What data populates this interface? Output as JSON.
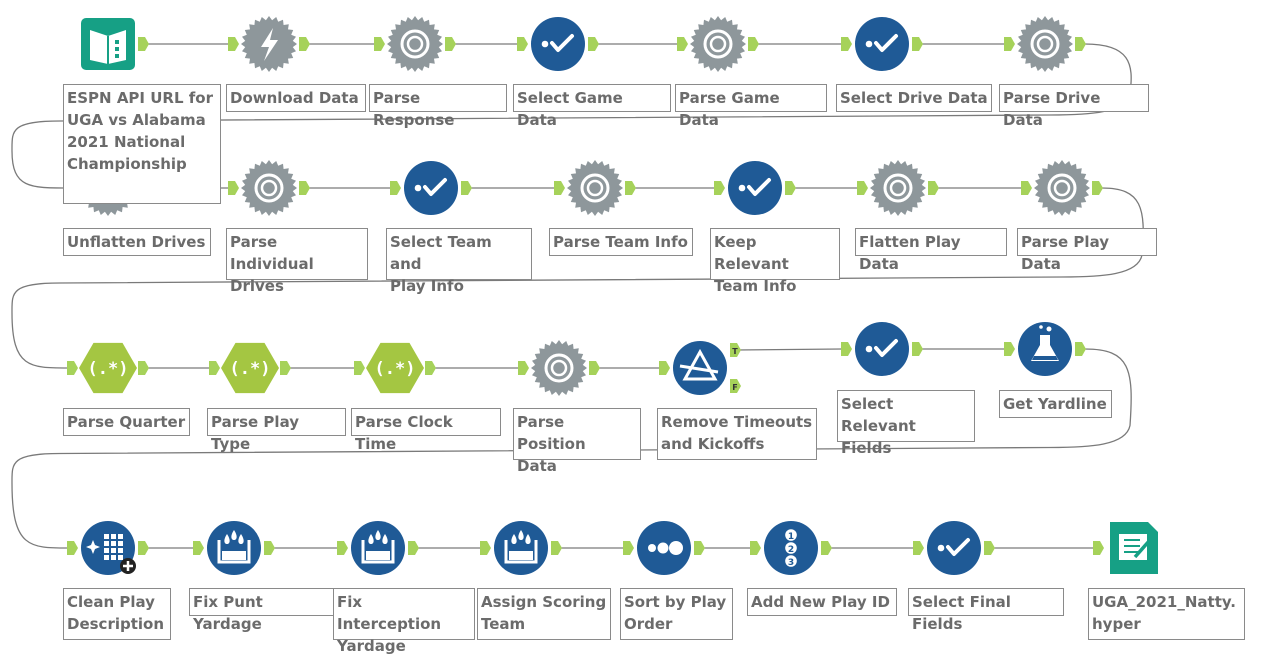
{
  "colors": {
    "connection": "#7a7a7a",
    "anchor": "#a6d25a",
    "parse_gear": "#8e979b",
    "select_blue": "#1f5a96",
    "regex_green": "#a4c642",
    "input_teal": "#16a085",
    "label_text": "#6b6b6b"
  },
  "tools": [
    {
      "id": "t1",
      "icon": "book-input-icon",
      "label": "ESPN API URL for\nUGA vs Alabama\n2021 National\nChampionship"
    },
    {
      "id": "t2",
      "icon": "lightning-download-icon",
      "label": "Download Data"
    },
    {
      "id": "t3",
      "icon": "gear-json-parse-icon",
      "label": "Parse Response"
    },
    {
      "id": "t4",
      "icon": "checkmark-select-icon",
      "label": "Select Game Data"
    },
    {
      "id": "t5",
      "icon": "gear-json-parse-icon",
      "label": "Parse Game Data"
    },
    {
      "id": "t6",
      "icon": "checkmark-select-icon",
      "label": "Select Drive Data"
    },
    {
      "id": "t7",
      "icon": "gear-json-parse-icon",
      "label": "Parse Drive Data"
    },
    {
      "id": "t8",
      "icon": "gear-json-parse-icon",
      "label": "Unflatten Drives"
    },
    {
      "id": "t9",
      "icon": "gear-json-parse-icon",
      "label": "Parse Individual\nDrives"
    },
    {
      "id": "t10",
      "icon": "checkmark-select-icon",
      "label": "Select Team and\nPlay Info"
    },
    {
      "id": "t11",
      "icon": "gear-json-parse-icon",
      "label": "Parse Team Info"
    },
    {
      "id": "t12",
      "icon": "checkmark-select-icon",
      "label": "Keep Relevant\nTeam Info"
    },
    {
      "id": "t13",
      "icon": "gear-json-parse-icon",
      "label": "Flatten Play Data"
    },
    {
      "id": "t14",
      "icon": "gear-json-parse-icon",
      "label": "Parse Play Data"
    },
    {
      "id": "t15",
      "icon": "regex-hexagon-icon",
      "label": "Parse Quarter",
      "glyph": "(.*)"
    },
    {
      "id": "t16",
      "icon": "regex-hexagon-icon",
      "label": "Parse Play Type",
      "glyph": "(.*)"
    },
    {
      "id": "t17",
      "icon": "regex-hexagon-icon",
      "label": "Parse Clock Time",
      "glyph": "(.*)"
    },
    {
      "id": "t18",
      "icon": "gear-json-parse-icon",
      "label": "Parse Position\nData"
    },
    {
      "id": "t19",
      "icon": "filter-triangle-icon",
      "label": "Remove Timeouts\nand Kickoffs",
      "anchor_true": "T",
      "anchor_false": "F"
    },
    {
      "id": "t20",
      "icon": "checkmark-select-icon",
      "label": "Select Relevant\nFields"
    },
    {
      "id": "t21",
      "icon": "flask-formula-icon",
      "label": "Get Yardline"
    },
    {
      "id": "t22",
      "icon": "data-cleanse-icon",
      "label": "Clean Play\nDescription"
    },
    {
      "id": "t23",
      "icon": "multi-field-formula-icon",
      "label": "Fix Punt Yardage"
    },
    {
      "id": "t24",
      "icon": "multi-field-formula-icon",
      "label": "Fix Interception\nYardage"
    },
    {
      "id": "t25",
      "icon": "multi-field-formula-icon",
      "label": "Assign Scoring\nTeam"
    },
    {
      "id": "t26",
      "icon": "sort-dots-icon",
      "label": "Sort by Play\nOrder"
    },
    {
      "id": "t27",
      "icon": "record-id-icon",
      "label": "Add New Play ID",
      "glyph_numbers": [
        "1",
        "2",
        "3"
      ]
    },
    {
      "id": "t28",
      "icon": "checkmark-select-icon",
      "label": "Select Final Fields"
    },
    {
      "id": "t29",
      "icon": "output-file-icon",
      "label": "UGA_2021_Natty.\nhyper"
    }
  ],
  "connections": [
    [
      "t1",
      "t2"
    ],
    [
      "t2",
      "t3"
    ],
    [
      "t3",
      "t4"
    ],
    [
      "t4",
      "t5"
    ],
    [
      "t5",
      "t6"
    ],
    [
      "t6",
      "t7"
    ],
    [
      "t7",
      "t8"
    ],
    [
      "t8",
      "t9"
    ],
    [
      "t9",
      "t10"
    ],
    [
      "t10",
      "t11"
    ],
    [
      "t11",
      "t12"
    ],
    [
      "t12",
      "t13"
    ],
    [
      "t13",
      "t14"
    ],
    [
      "t14",
      "t15"
    ],
    [
      "t15",
      "t16"
    ],
    [
      "t16",
      "t17"
    ],
    [
      "t17",
      "t18"
    ],
    [
      "t18",
      "t19"
    ],
    [
      "t19",
      "t20"
    ],
    [
      "t20",
      "t21"
    ],
    [
      "t21",
      "t22"
    ],
    [
      "t22",
      "t23"
    ],
    [
      "t23",
      "t24"
    ],
    [
      "t24",
      "t25"
    ],
    [
      "t25",
      "t26"
    ],
    [
      "t26",
      "t27"
    ],
    [
      "t27",
      "t28"
    ],
    [
      "t28",
      "t29"
    ]
  ]
}
